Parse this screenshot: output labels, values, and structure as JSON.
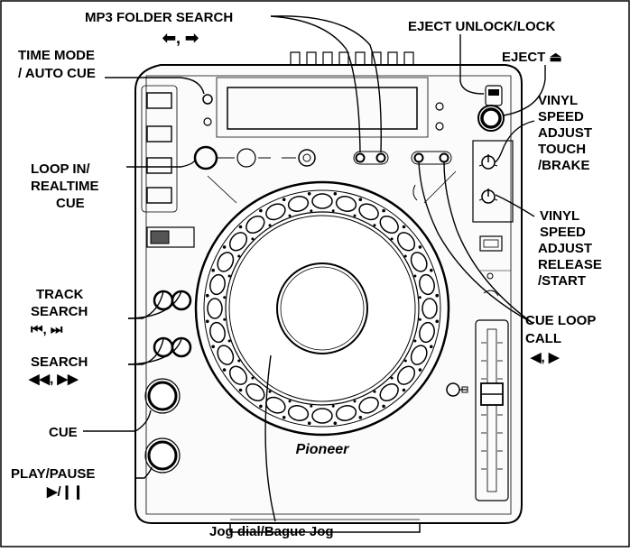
{
  "labels": {
    "mp3_folder_search": "MP3 FOLDER SEARCH",
    "mp3_folder_search_arrows": "⬅, ➡",
    "eject_unlock_lock": "EJECT UNLOCK/LOCK",
    "eject": "EJECT ⏏",
    "time_mode_1": "TIME MODE",
    "time_mode_2": "/ AUTO CUE",
    "vinyl_touch_1": "VINYL",
    "vinyl_touch_2": "SPEED",
    "vinyl_touch_3": "ADJUST",
    "vinyl_touch_4": "TOUCH",
    "vinyl_touch_5": "/BRAKE",
    "loop_in_1": "LOOP IN/",
    "loop_in_2": "REALTIME",
    "loop_in_3": "CUE",
    "vinyl_release_1": "VINYL",
    "vinyl_release_2": "SPEED",
    "vinyl_release_3": "ADJUST",
    "vinyl_release_4": "RELEASE",
    "vinyl_release_5": "/START",
    "track_search_1": "TRACK",
    "track_search_2": "SEARCH",
    "track_search_3": "⏮, ⏭",
    "search_1": "SEARCH",
    "search_2": "◀◀, ▶▶",
    "cue_loop_1": "CUE LOOP",
    "cue_loop_2": "CALL",
    "cue_loop_3": "◀, ▶",
    "cue": "CUE",
    "play_pause_1": "PLAY/PAUSE",
    "play_pause_2": "▶/❙❙",
    "jog_dial": "Jog dial/Bague Jog"
  },
  "brand": "Pioneer"
}
